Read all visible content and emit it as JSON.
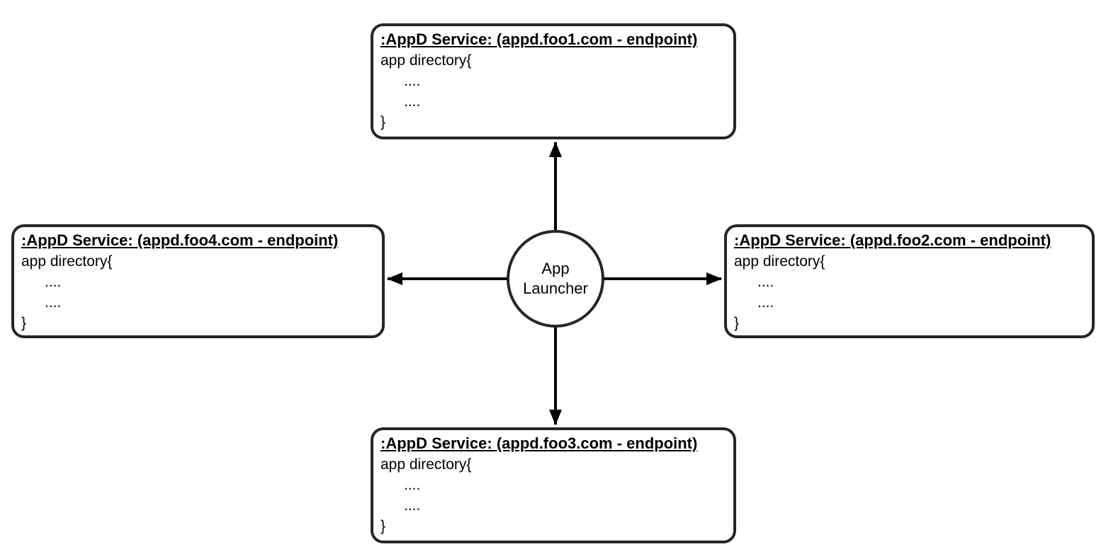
{
  "diagram": {
    "colors": {
      "background": "#ffffff",
      "stroke": "#262626",
      "arrow": "#000000",
      "text": "#000000"
    },
    "center_node": {
      "label_lines": [
        "App",
        "Launcher"
      ]
    },
    "service_nodes": [
      {
        "position": "top",
        "title": ":AppD Service: (appd.foo1.com - endpoint)",
        "body_lines": [
          "app directory{",
          "....",
          "....",
          "}"
        ]
      },
      {
        "position": "right",
        "title": ":AppD Service: (appd.foo2.com - endpoint)",
        "body_lines": [
          "app directory{",
          "....",
          "....",
          "}"
        ]
      },
      {
        "position": "bottom",
        "title": ":AppD Service: (appd.foo3.com - endpoint)",
        "body_lines": [
          "app directory{",
          "....",
          "....",
          "}"
        ]
      },
      {
        "position": "left",
        "title": ":AppD Service: (appd.foo4.com - endpoint)",
        "body_lines": [
          "app directory{",
          "....",
          "....",
          "}"
        ]
      }
    ],
    "arrows": [
      {
        "from": "center",
        "to": "top"
      },
      {
        "from": "center",
        "to": "right"
      },
      {
        "from": "center",
        "to": "bottom"
      },
      {
        "from": "center",
        "to": "left"
      }
    ]
  }
}
